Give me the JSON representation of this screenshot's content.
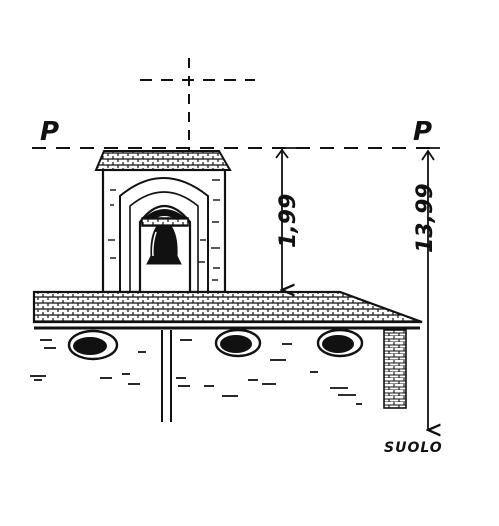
{
  "labels": {
    "plane_left": "P",
    "plane_right": "P",
    "dim_belfry": "1,99",
    "dim_total": "13,99",
    "ground": "SUOLO"
  }
}
